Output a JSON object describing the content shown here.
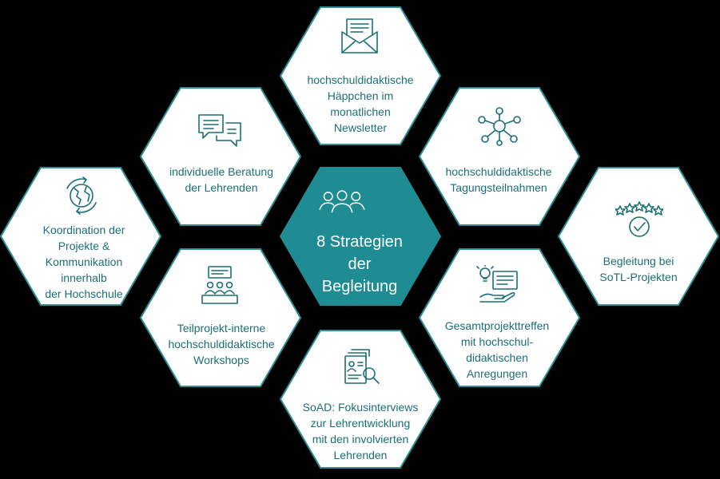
{
  "colors": {
    "background": "#000000",
    "hex_fill": "#ffffff",
    "hex_border": "#2e8f94",
    "center_fill": "#1e8c92",
    "text": "#1b6f76",
    "center_text": "#ffffff"
  },
  "center": {
    "icon": "people-group-icon",
    "lines": [
      "8 Strategien",
      "der",
      "Begleitung"
    ]
  },
  "strategies": [
    {
      "id": "newsletter",
      "icon": "newsletter-envelope-icon",
      "lines": [
        "hochschuldidaktische",
        "Häppchen im",
        "monatlichen",
        "Newsletter"
      ]
    },
    {
      "id": "beratung",
      "icon": "chat-bubbles-icon",
      "lines": [
        "individuelle Beratung",
        "der Lehrenden"
      ]
    },
    {
      "id": "tagung",
      "icon": "network-icon",
      "lines": [
        "hochschuldidaktische",
        "Tagungsteilnahmen"
      ]
    },
    {
      "id": "koordination",
      "icon": "globe-cycle-icon",
      "lines": [
        "Koordination der",
        "Projekte &",
        "Kommunikation",
        "innerhalb",
        "der Hochschule"
      ]
    },
    {
      "id": "sotl",
      "icon": "stars-check-icon",
      "lines": [
        "Begleitung bei",
        "SoTL-Projekten"
      ]
    },
    {
      "id": "workshops",
      "icon": "workshop-icon",
      "lines": [
        "Teilprojekt-interne",
        "hochschuldidaktische",
        "Workshops"
      ]
    },
    {
      "id": "gesamttreffen",
      "icon": "idea-hand-icon",
      "lines": [
        "Gesamtprojekttreffen",
        "mit hochschul-",
        "didaktischen",
        "Anregungen"
      ]
    },
    {
      "id": "soad",
      "icon": "document-search-icon",
      "lines": [
        "SoAD: Fokusinterviews",
        "zur Lehrentwicklung",
        "mit den involvierten",
        "Lehrenden"
      ]
    }
  ]
}
